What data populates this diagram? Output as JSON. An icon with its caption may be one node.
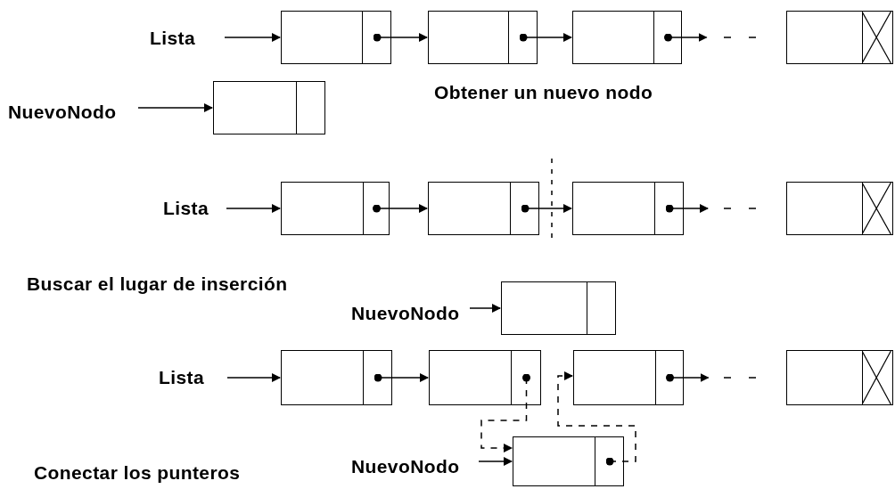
{
  "diagram": {
    "nodes": [
      {
        "text": [
          "Lista"
        ]
      },
      {
        "text": [],
        "shape": "box"
      },
      {
        "text": [],
        "shape": "box"
      },
      {
        "text": [],
        "shape": "box"
      },
      {
        "text": [],
        "shape": "box"
      },
      {
        "text": [
          "NuevoNodo"
        ]
      },
      {
        "text": [],
        "shape": "box"
      },
      {
        "text": [
          "Lista"
        ]
      },
      {
        "text": [],
        "shape": "box"
      },
      {
        "text": [],
        "shape": "box"
      },
      {
        "text": [],
        "shape": "box"
      },
      {
        "text": [],
        "shape": "box"
      },
      {
        "text": [
          "NuevoNodo"
        ]
      },
      {
        "text": [],
        "shape": "box"
      },
      {
        "text": [
          "Lista"
        ]
      },
      {
        "text": [],
        "shape": "box"
      },
      {
        "text": [],
        "shape": "box"
      },
      {
        "text": [],
        "shape": "box"
      },
      {
        "text": [],
        "shape": "box"
      },
      {
        "text": [
          "NuevoNodo"
        ]
      },
      {
        "text": [],
        "shape": "box"
      }
    ],
    "edges": [
      {
        "from": 0,
        "to": 1,
        "arrow": "to"
      },
      {
        "from": 1,
        "to": 2,
        "arrow": "to"
      },
      {
        "from": 2,
        "to": 3,
        "arrow": "to"
      },
      {
        "from": 3,
        "to": null,
        "arrow": "to"
      },
      {
        "from": 5,
        "to": 6,
        "arrow": "to"
      },
      {
        "from": 7,
        "to": 8,
        "arrow": "to"
      },
      {
        "from": 8,
        "to": 9,
        "arrow": "to"
      },
      {
        "from": 9,
        "to": 10,
        "arrow": "to"
      },
      {
        "from": 10,
        "to": null,
        "arrow": "to"
      },
      {
        "from": 12,
        "to": 13,
        "arrow": "to"
      },
      {
        "from": 14,
        "to": 15,
        "arrow": "to"
      },
      {
        "from": 15,
        "to": 16,
        "arrow": "to"
      },
      {
        "from": 16,
        "to": 20,
        "arrow": "to",
        "style": "dashed"
      },
      {
        "from": 20,
        "to": 17,
        "arrow": "to",
        "style": "dashed"
      },
      {
        "from": 17,
        "to": null,
        "arrow": "to"
      },
      {
        "from": 19,
        "to": 20,
        "arrow": "to"
      }
    ],
    "labels": [
      "Obtener un nuevo nodo",
      "Buscar el lugar de inserción",
      "Conectar los punteros"
    ]
  }
}
